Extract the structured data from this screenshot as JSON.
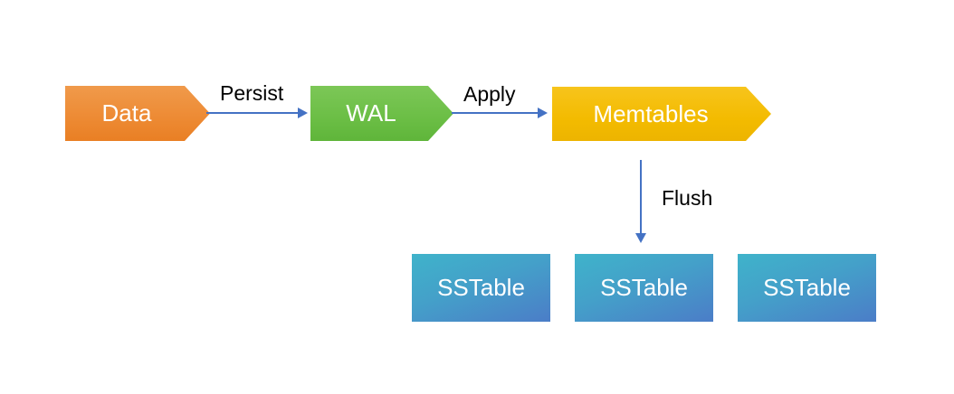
{
  "nodes": {
    "data": {
      "label": "Data",
      "color": "#ED8A33"
    },
    "wal": {
      "label": "WAL",
      "color": "#6BBE45"
    },
    "memtables": {
      "label": "Memtables",
      "color": "#F3BB00"
    },
    "sstables": [
      {
        "label": "SSTable"
      },
      {
        "label": "SSTable"
      },
      {
        "label": "SSTable"
      }
    ],
    "sstable_gradient": [
      "#3FB3CA",
      "#4B7DC8"
    ]
  },
  "edges": {
    "persist": {
      "label": "Persist"
    },
    "apply": {
      "label": "Apply"
    },
    "flush": {
      "label": "Flush"
    }
  },
  "arrow_color": "#4472C4",
  "text_color_on_nodes": "#FFFFFF",
  "edge_label_color": "#000000",
  "background_color": "#FFFFFF"
}
